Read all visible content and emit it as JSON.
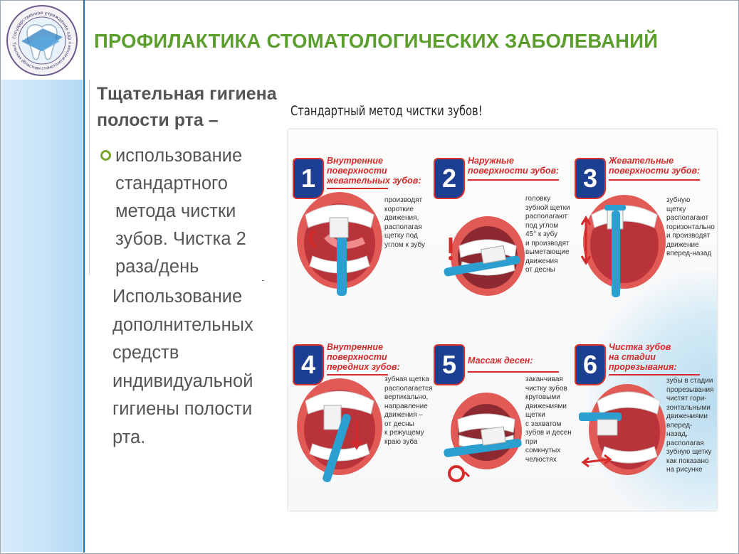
{
  "header": {
    "title": "ПРОФИЛАКТИКА СТОМАТОЛОГИЧЕСКИХ ЗАБОЛЕВАНИЙ",
    "logo_text_top": "Государственное учреждение здравоохранения",
    "logo_text_bottom": "Тульская областная стоматологическая поликлиника"
  },
  "left_column": {
    "heading_line1": "Тщательная гигиена",
    "heading_line2": "полости рта –",
    "bullet_lines": [
      "использование",
      "стандартного",
      "метода чистки",
      "зубов. Чистка 2",
      "раза/день"
    ],
    "paragraph_lines": [
      "Использование",
      "дополнительных",
      "средств",
      "индивидуальной",
      "гигиены полости",
      "рта."
    ]
  },
  "poster": {
    "title": "Стандартный метод чистки зубов!",
    "steps": [
      {
        "num": "1",
        "title_lines": [
          "Внутренние",
          "поверхности",
          "жевательных зубов:"
        ],
        "desc_lines": [
          "производят",
          "короткие",
          "движения,",
          "располагая",
          "щетку под",
          "углом к зубу"
        ]
      },
      {
        "num": "2",
        "title_lines": [
          "Наружные",
          "поверхности зубов:"
        ],
        "desc_lines": [
          "головку",
          "зубной щетки",
          "располагают",
          "под углом",
          "45° к зубу",
          "и производят",
          "выметающие",
          "движения",
          "от десны"
        ]
      },
      {
        "num": "3",
        "title_lines": [
          "Жевательные",
          "поверхности зубов:"
        ],
        "desc_lines": [
          "зубную",
          "щетку",
          "располагают",
          "горизонтально",
          "и производят",
          "движение",
          "вперед-назад"
        ]
      },
      {
        "num": "4",
        "title_lines": [
          "Внутренние",
          "поверхности",
          "передних зубов:"
        ],
        "desc_lines": [
          "зубная щетка",
          "располагается",
          "вертикально,",
          "направление",
          "движения –",
          "от десны",
          "к режущему",
          "краю зуба"
        ]
      },
      {
        "num": "5",
        "title_lines": [
          "Массаж десен:"
        ],
        "desc_lines": [
          "заканчивая",
          "чистку зубов",
          "круговыми",
          "движениями",
          "щетки",
          "с захватом",
          "зубов и десен",
          "при сомкнутых",
          "челюстях"
        ]
      },
      {
        "num": "6",
        "title_lines": [
          "Чистка зубов",
          "на стадии",
          "прорезывания:"
        ],
        "desc_lines": [
          "зубы в стадии",
          "прорезывания",
          "чистят гори-",
          "зонтальными",
          "движениями",
          "вперед-назад,",
          "располагая",
          "зубную щетку",
          "как показано",
          "на рисунке"
        ]
      }
    ]
  },
  "colors": {
    "title_green": "#5c9e2e",
    "text_gray": "#555555",
    "step_red": "#d62a2a",
    "step_blue": "#1c3f91",
    "brush_blue": "#2a9fd0"
  }
}
